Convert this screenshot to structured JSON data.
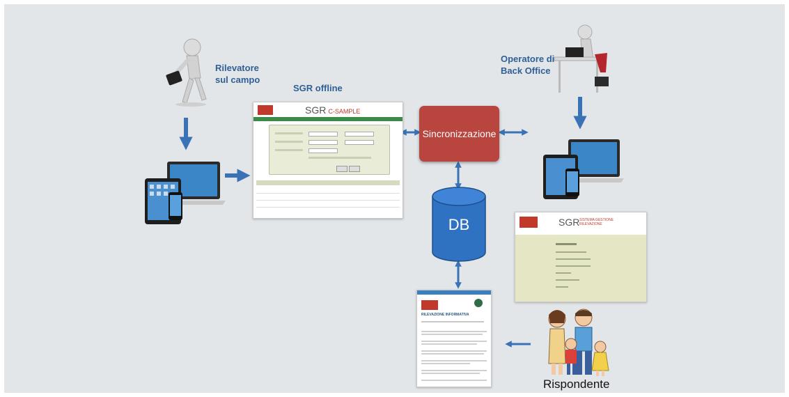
{
  "labels": {
    "rilevatore_line1": "Rilevatore",
    "rilevatore_line2": "sul campo",
    "sgr_offline": "SGR offline",
    "operatore_line1": "Operatore di",
    "operatore_line2": "Back Office",
    "sincronizzazione": "Sincronizzazione",
    "db": "DB",
    "rispondente": "Rispondente"
  },
  "colors": {
    "background": "#e3e6e9",
    "arrow": "#3a73b5",
    "sync_box": "#b8453e",
    "db_cylinder": "#2f72c2",
    "label_text": "#2f5f94"
  },
  "screens": {
    "offline": {
      "brand": "SGR",
      "sub": "C-SAMPLE"
    },
    "backoffice": {
      "brand": "SGR",
      "sub": "SISTEMA GESTIONE RILEVAZIONE"
    },
    "respondent": {
      "title": "RILEVAZIONE INFORMATIVA"
    }
  }
}
